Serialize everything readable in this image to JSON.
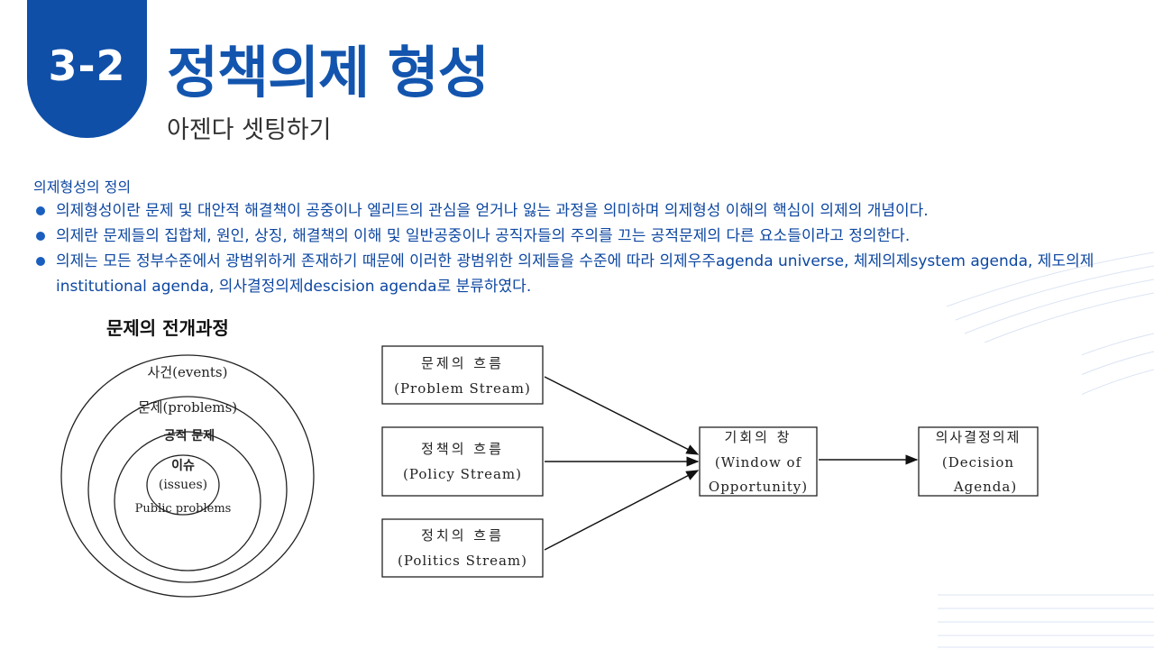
{
  "header": {
    "badge": "3-2",
    "title": "정책의제 형성",
    "subtitle": "아젠다 셋팅하기"
  },
  "content": {
    "heading": "의제형성의 정의",
    "bullets": [
      "의제형성이란 문제 및 대안적 해결책이 공중이나 엘리트의 관심을 얻거나 잃는 과정을 의미하며 의제형성 이해의 핵심이 의제의 개념이다.",
      "의제란 문제들의 집합체, 원인, 상징, 해결책의 이해 및 일반공중이나 공직자들의 주의를 끄는 공적문제의 다른 요소들이라고 정의한다.",
      "의제는 모든 정부수준에서 광범위하게 존재하기 때문에 이러한 광범위한 의제들을 수준에 따라 의제우주agenda universe, 체제의제system agenda, 제도의제institutional agenda, 의사결정의제descision agenda로 분류하였다."
    ]
  },
  "circles": {
    "title": "문제의 전개과정",
    "ring1": "사건(events)",
    "ring2": "문제(problems)",
    "ring3": "공적 문제",
    "core_line1": "이슈",
    "core_line2": "(issues)",
    "core_line3": "Public problems"
  },
  "flow": {
    "problem": {
      "line1": "문제의 흐름",
      "line2": "(Problem Stream)"
    },
    "policy": {
      "line1": "정책의 흐름",
      "line2": "(Policy Stream)"
    },
    "politics": {
      "line1": "정치의 흐름",
      "line2": "(Politics Stream)"
    },
    "window": {
      "line1": "기회의 창",
      "line2": "(Window of",
      "line3": "Opportunity)"
    },
    "decision": {
      "line1": "의사결정의제",
      "line2": "(Decision",
      "line3": "Agenda)"
    }
  },
  "colors": {
    "accent": "#0f4fa8",
    "title": "#1355ae",
    "body_text": "#0d47a1"
  }
}
